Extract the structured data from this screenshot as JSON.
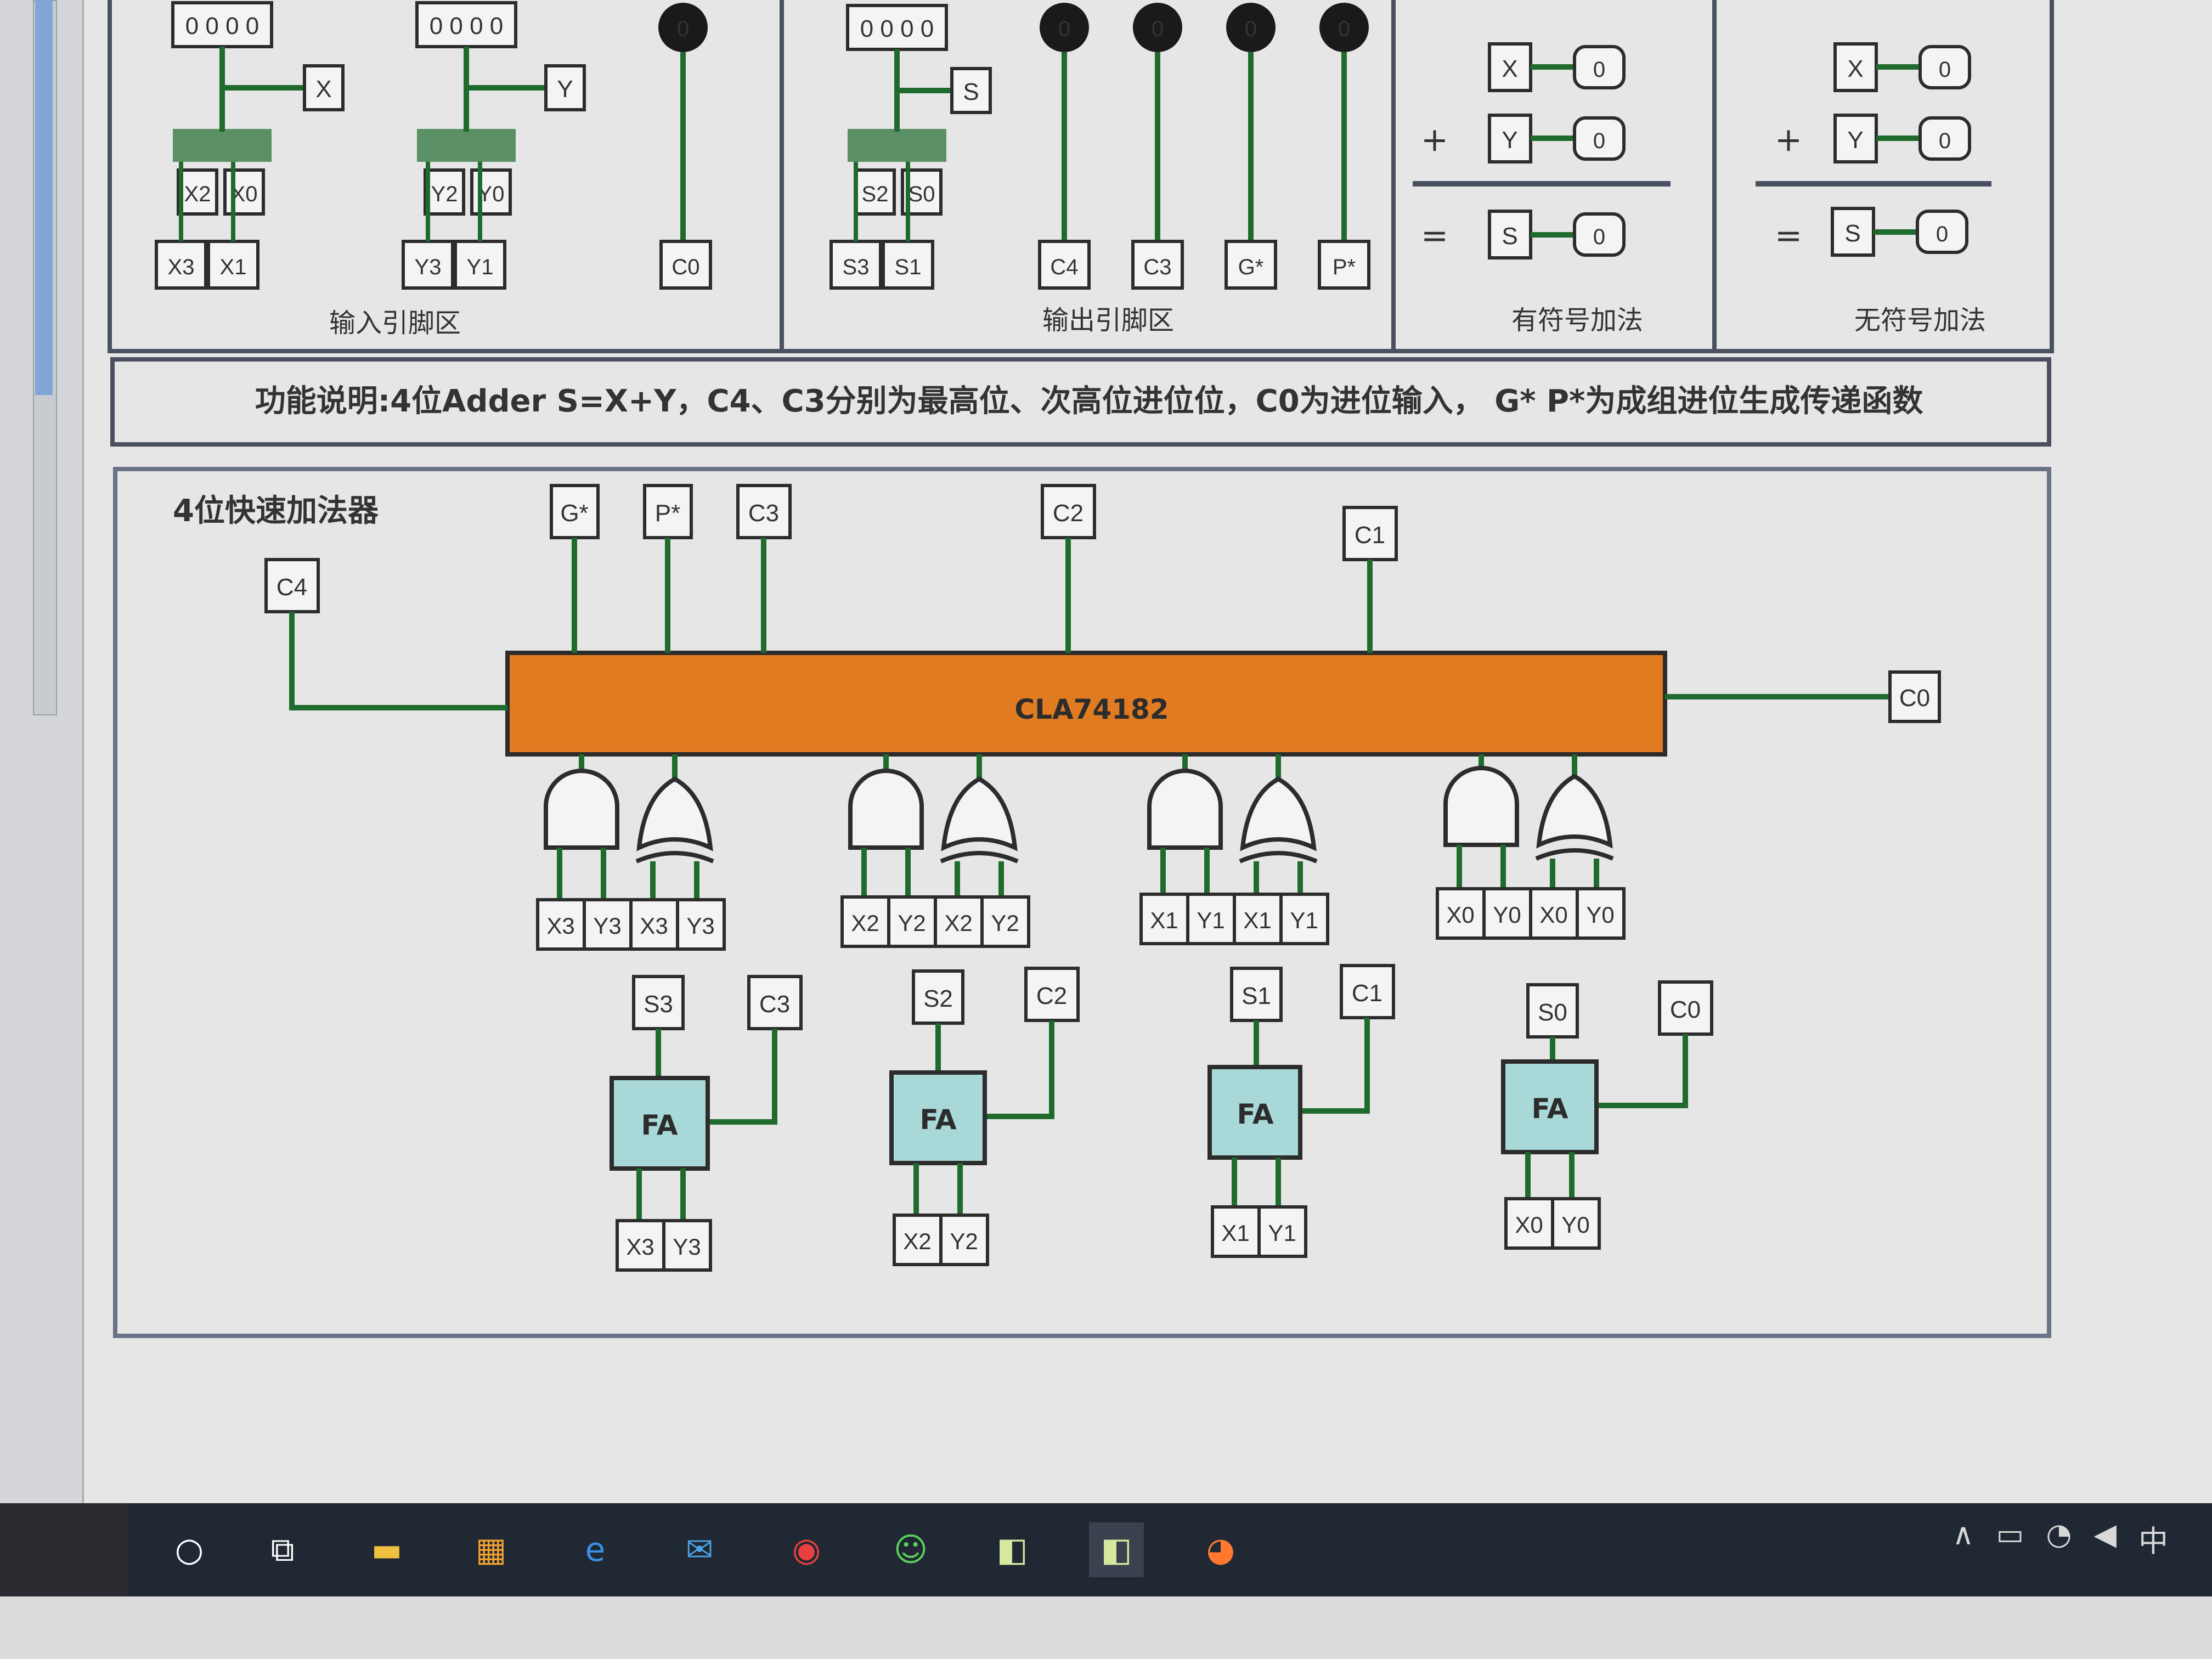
{
  "input_pins_section": {
    "label": "输入引脚区",
    "pins": {
      "X_display": "0 0 0 0",
      "Y_display": "0 0 0 0",
      "X": "X",
      "Y": "Y",
      "X2": "X2",
      "X0": "X0",
      "X3": "X3",
      "X1": "X1",
      "Y2": "Y2",
      "Y0": "Y0",
      "Y3": "Y3",
      "Y1": "Y1",
      "C0": "C0",
      "C0_value": "0"
    }
  },
  "output_pins_section": {
    "label": "输出引脚区",
    "pins": {
      "S_display": "0 0 0 0",
      "S": "S",
      "S2": "S2",
      "S0": "S0",
      "S3": "S3",
      "S1": "S1",
      "C4": "C4",
      "C3": "C3",
      "G": "G*",
      "P": "P*",
      "probe_value": "0"
    }
  },
  "signed_add": {
    "label": "有符号加法",
    "plus": "+",
    "equals": "=",
    "X": "X",
    "Y": "Y",
    "S": "S",
    "value": "0"
  },
  "unsigned_add": {
    "label": "无符号加法",
    "plus": "+",
    "equals": "=",
    "X": "X",
    "Y": "Y",
    "S": "S",
    "value": "0"
  },
  "description": "功能说明:4位Adder S=X+Y，C4、C3分别为最高位、次高位进位位，C0为进位输入， G* P*为成组进位生成传递函数",
  "adder": {
    "title": "4位快速加法器",
    "chip_label": "CLA74182",
    "top_pins": [
      "C4",
      "G*",
      "P*",
      "C3",
      "C2",
      "C1"
    ],
    "right_pin": "C0",
    "gate_groups": [
      [
        "X3",
        "Y3",
        "X3",
        "Y3"
      ],
      [
        "X2",
        "Y2",
        "X2",
        "Y2"
      ],
      [
        "X1",
        "Y1",
        "X1",
        "Y1"
      ],
      [
        "X0",
        "Y0",
        "X0",
        "Y0"
      ]
    ],
    "full_adders": [
      {
        "label": "FA",
        "sum": "S3",
        "carry": "C3",
        "a": "X3",
        "b": "Y3"
      },
      {
        "label": "FA",
        "sum": "S2",
        "carry": "C2",
        "a": "X2",
        "b": "Y2"
      },
      {
        "label": "FA",
        "sum": "S1",
        "carry": "C1",
        "a": "X1",
        "b": "Y1"
      },
      {
        "label": "FA",
        "sum": "S0",
        "carry": "C0",
        "a": "X0",
        "b": "Y0"
      }
    ]
  },
  "taskbar": {
    "icons": [
      "search-circle-icon",
      "task-view-icon",
      "file-explorer-icon",
      "store-icon",
      "edge-icon",
      "mail-icon",
      "netease-music-icon",
      "wechat-icon",
      "logisim-icon",
      "logisim-active-icon",
      "firefox-icon"
    ],
    "ime": "中"
  },
  "colors": {
    "wire": "#1f6b2d",
    "chip": "#e07b22",
    "fa": "#a8d8d8",
    "panel_border": "#4a5060"
  }
}
